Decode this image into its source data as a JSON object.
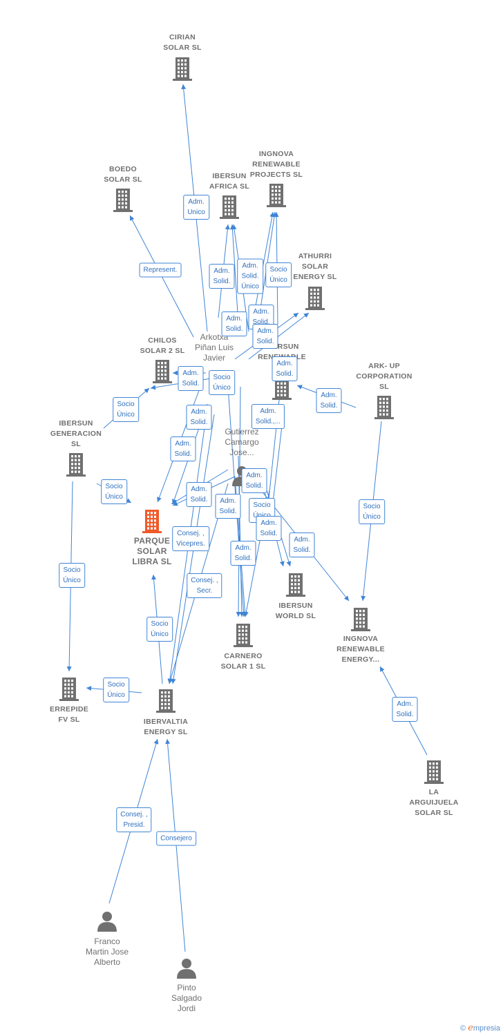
{
  "nodes": [
    {
      "id": "cirian",
      "type": "company",
      "label": "CIRIAN\nSOLAR  SL"
    },
    {
      "id": "boedo",
      "type": "company",
      "label": "BOEDO\nSOLAR  SL"
    },
    {
      "id": "ibersun_africa",
      "type": "company",
      "label": "IBERSUN\nAFRICA  SL"
    },
    {
      "id": "ingnova_projects",
      "type": "company",
      "label": "INGNOVA\nRENEWABLE\nPROJECTS  SL"
    },
    {
      "id": "athurri",
      "type": "company",
      "label": "ATHURRI\nSOLAR\nENERGY  SL"
    },
    {
      "id": "arkotxa",
      "type": "person",
      "label": "Arkotxa\nPiñan Luis\nJavier"
    },
    {
      "id": "chilos",
      "type": "company",
      "label": "CHILOS\nSOLAR 2  SL"
    },
    {
      "id": "ibersun_renewable",
      "type": "company",
      "label": "IBERSUN\nRENEWABLE"
    },
    {
      "id": "arkup",
      "type": "company",
      "label": "ARK- UP\nCORPORATION\nSL"
    },
    {
      "id": "ibersun_generacion",
      "type": "company",
      "label": "IBERSUN\nGENERACION\nSL"
    },
    {
      "id": "gutierrez",
      "type": "person",
      "label": "Gutierrez\nCamargo\nJose..."
    },
    {
      "id": "parque",
      "type": "focus",
      "label": "PARQUE\nSOLAR\nLIBRA  SL"
    },
    {
      "id": "ibersun_world",
      "type": "company",
      "label": "IBERSUN\nWORLD  SL"
    },
    {
      "id": "carnero",
      "type": "company",
      "label": "CARNERO\nSOLAR 1  SL"
    },
    {
      "id": "ingnova_energy",
      "type": "company",
      "label": "INGNOVA\nRENEWABLE\nENERGY..."
    },
    {
      "id": "errepide",
      "type": "company",
      "label": "ERREPIDE\nFV  SL"
    },
    {
      "id": "ibervaltia",
      "type": "company",
      "label": "IBERVALTIA\nENERGY  SL"
    },
    {
      "id": "arguijuela",
      "type": "company",
      "label": "LA\nARGUIJUELA\nSOLAR  SL"
    },
    {
      "id": "franco",
      "type": "person",
      "label": "Franco\nMartin Jose\nAlberto"
    },
    {
      "id": "pinto",
      "type": "person",
      "label": "Pinto\nSalgado\nJordi"
    }
  ],
  "edge_labels": [
    {
      "id": "l1",
      "text": "Adm.\nUnico"
    },
    {
      "id": "l2",
      "text": "Represent."
    },
    {
      "id": "l3",
      "text": "Adm.\nSolid."
    },
    {
      "id": "l4",
      "text": "Adm.\nSolid.\nÚnico"
    },
    {
      "id": "l5",
      "text": "Socio\nÚnico"
    },
    {
      "id": "l6",
      "text": "Adm.\nSolid."
    },
    {
      "id": "l7",
      "text": "Adm.\nSolid."
    },
    {
      "id": "l8",
      "text": "Adm.\nSolid."
    },
    {
      "id": "l9",
      "text": "Adm.\nSolid."
    },
    {
      "id": "l10",
      "text": "Adm.\nSolid."
    },
    {
      "id": "l11",
      "text": "Socio\nÚnico"
    },
    {
      "id": "l12",
      "text": "Socio\nÚnico"
    },
    {
      "id": "l13",
      "text": "Adm.\nSolid."
    },
    {
      "id": "l14",
      "text": "Adm.\nSolid."
    },
    {
      "id": "l15",
      "text": "Adm.\nSolid.,..."
    },
    {
      "id": "l16",
      "text": "Adm.\nSolid."
    },
    {
      "id": "l17",
      "text": "Socio\nÚnico"
    },
    {
      "id": "l18",
      "text": "Adm.\nSolid."
    },
    {
      "id": "l19",
      "text": "Adm.\nSolid."
    },
    {
      "id": "l20",
      "text": "Adm.\nSolid."
    },
    {
      "id": "l21",
      "text": "Socio\nÚnico"
    },
    {
      "id": "l22",
      "text": "Adm.\nSolid."
    },
    {
      "id": "l23",
      "text": "Consej. ,\nVicepres."
    },
    {
      "id": "l24",
      "text": "Adm.\nSolid."
    },
    {
      "id": "l25",
      "text": "Adm.\nSolid."
    },
    {
      "id": "l26",
      "text": "Socio\nÚnico"
    },
    {
      "id": "l27",
      "text": "Consej. ,\nSecr."
    },
    {
      "id": "l28",
      "text": "Socio\nÚnico"
    },
    {
      "id": "l29",
      "text": "Socio\nÚnico"
    },
    {
      "id": "l30",
      "text": "Socio\nÚnico"
    },
    {
      "id": "l31",
      "text": "Consej. ,\nPresid."
    },
    {
      "id": "l32",
      "text": "Consejero"
    },
    {
      "id": "l33",
      "text": "Adm.\nSolid."
    }
  ],
  "colors": {
    "edge": "#3f84d6",
    "building": "#707070",
    "focus": "#f05a28",
    "person": "#707070"
  },
  "footer": {
    "copyright": "©",
    "brand": "mpresia",
    "brand_initial": "e"
  }
}
